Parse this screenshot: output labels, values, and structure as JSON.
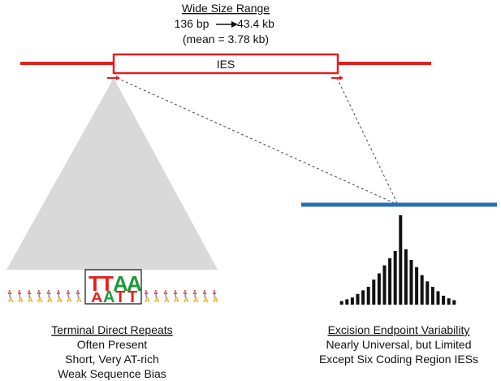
{
  "header": {
    "title": "Wide Size Range",
    "range_from": "136 bp",
    "range_to": "43.4 kb",
    "mean": "(mean = 3.78 kb)"
  },
  "ies_label": "IES",
  "left_caption": {
    "title": "Terminal Direct Repeats",
    "line1": "Often Present",
    "line2": "Short, Very AT-rich",
    "line3": "Weak Sequence Bias"
  },
  "right_caption": {
    "title": "Excision Endpoint Variability",
    "line1": "Nearly Universal, but Limited",
    "line2": "Except Six Coding Region IESs"
  },
  "logo": {
    "core_letters": [
      "T",
      "T",
      "A",
      "A"
    ],
    "core_lower": [
      "A",
      "A",
      "T",
      "T"
    ]
  },
  "colors": {
    "red": "#e02020",
    "blue": "#2a6fb5",
    "gray_fan": "#d9d9d9",
    "t_color": "#e0201c",
    "a_color": "#1e9a3a",
    "c_color": "#2a5fc4",
    "g_color": "#f2a81c"
  },
  "histogram_levels": [
    0.04,
    0.06,
    0.08,
    0.12,
    0.16,
    0.2,
    0.28,
    0.35,
    0.44,
    0.52,
    0.6,
    1.0,
    0.62,
    0.5,
    0.42,
    0.33,
    0.26,
    0.2,
    0.15,
    0.1,
    0.07,
    0.05
  ]
}
